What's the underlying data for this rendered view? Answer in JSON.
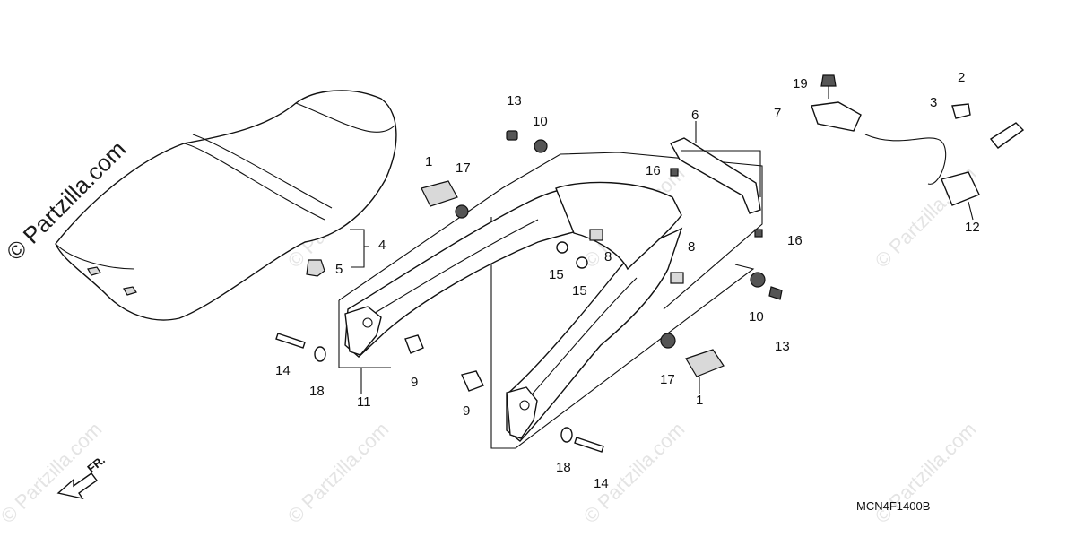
{
  "watermarks": {
    "brand": "© Partzilla.com",
    "corner": "© Partzilla.com"
  },
  "diagram_code": "MCN4F1400B",
  "direction_label": "FR.",
  "callouts": {
    "c1a": "1",
    "c1b": "1",
    "c2": "2",
    "c3": "3",
    "c4": "4",
    "c5": "5",
    "c6": "6",
    "c7": "7",
    "c8a": "8",
    "c8b": "8",
    "c9a": "9",
    "c9b": "9",
    "c10a": "10",
    "c10b": "10",
    "c11": "11",
    "c12": "12",
    "c13a": "13",
    "c13b": "13",
    "c14a": "14",
    "c14b": "14",
    "c15a": "15",
    "c15b": "15",
    "c16a": "16",
    "c16b": "16",
    "c17a": "17",
    "c17b": "17",
    "c18a": "18",
    "c18b": "18",
    "c19": "19"
  }
}
